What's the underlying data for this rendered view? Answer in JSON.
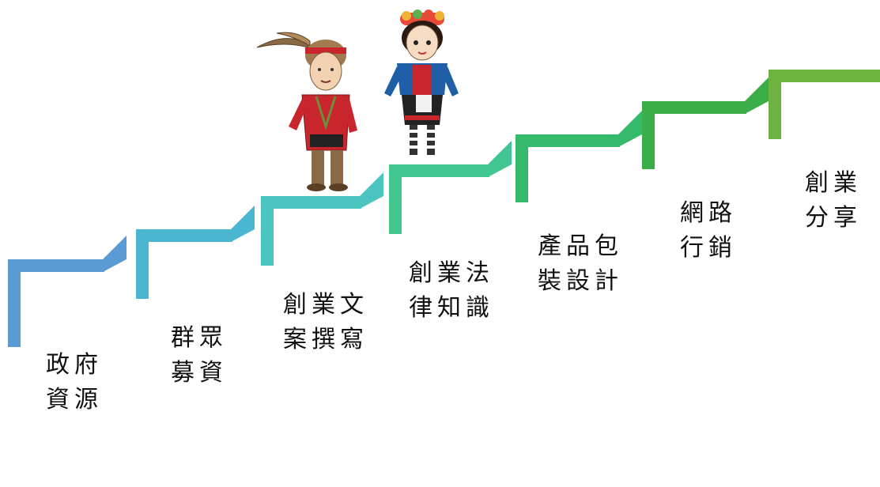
{
  "colors": {
    "step1": "#5b9bd5",
    "step2": "#4bb6d0",
    "step3": "#4cc5c0",
    "step4": "#41c591",
    "step5": "#35b96a",
    "step6": "#3cae49",
    "step7": "#6cb33f",
    "text": "#111111",
    "boy_tunic": "#c8262c",
    "girl_jacket": "#1f5fa8"
  },
  "steps": [
    {
      "lines": [
        "政府",
        "資源"
      ]
    },
    {
      "lines": [
        "群眾",
        "募資"
      ]
    },
    {
      "lines": [
        "創業文",
        "案撰寫"
      ]
    },
    {
      "lines": [
        "創業法",
        "律知識"
      ]
    },
    {
      "lines": [
        "產品包",
        "裝設計"
      ]
    },
    {
      "lines": [
        "網路",
        "行銷"
      ]
    },
    {
      "lines": [
        "創業",
        "分享"
      ]
    }
  ],
  "illustration": {
    "figures": [
      "indigenous-boy",
      "indigenous-girl"
    ]
  }
}
